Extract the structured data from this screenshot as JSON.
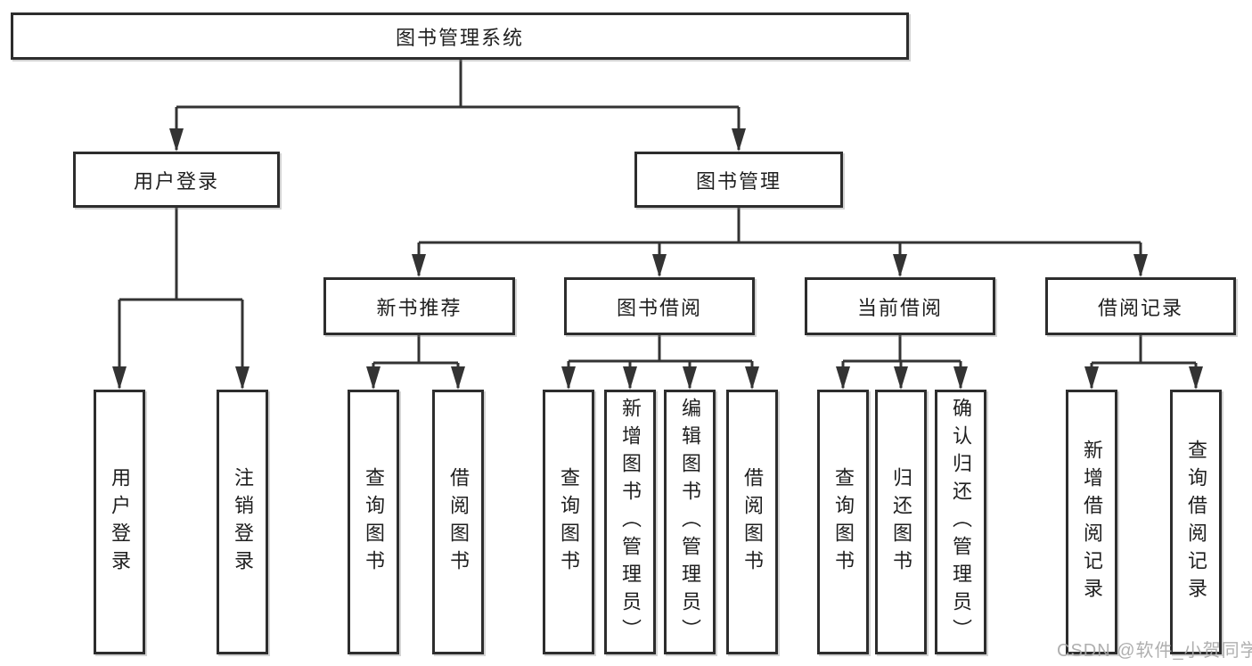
{
  "diagram": {
    "root": {
      "label": "图书管理系统"
    },
    "children": [
      {
        "label": "用户登录",
        "children": [
          {
            "label": "用户登录"
          },
          {
            "label": "注销登录"
          }
        ]
      },
      {
        "label": "图书管理",
        "children": [
          {
            "label": "新书推荐",
            "children": [
              {
                "label": "查询图书"
              },
              {
                "label": "借阅图书"
              }
            ]
          },
          {
            "label": "图书借阅",
            "children": [
              {
                "label": "查询图书"
              },
              {
                "label": "新增图书（管理员）"
              },
              {
                "label": "编辑图书（管理员）"
              },
              {
                "label": "借阅图书"
              }
            ]
          },
          {
            "label": "当前借阅",
            "children": [
              {
                "label": "查询图书"
              },
              {
                "label": "归还图书"
              },
              {
                "label": "确认归还（管理员）"
              }
            ]
          },
          {
            "label": "借阅记录",
            "children": [
              {
                "label": "新增借阅记录"
              },
              {
                "label": "查询借阅记录"
              }
            ]
          }
        ]
      }
    ]
  },
  "watermark": {
    "text": "CSDN @软件_小贺同学"
  },
  "colors": {
    "line": "#333333",
    "box_border": "#2d2d2d",
    "text": "#1f1f1f",
    "background": "#ffffff",
    "watermark": "#a8a8a8"
  }
}
